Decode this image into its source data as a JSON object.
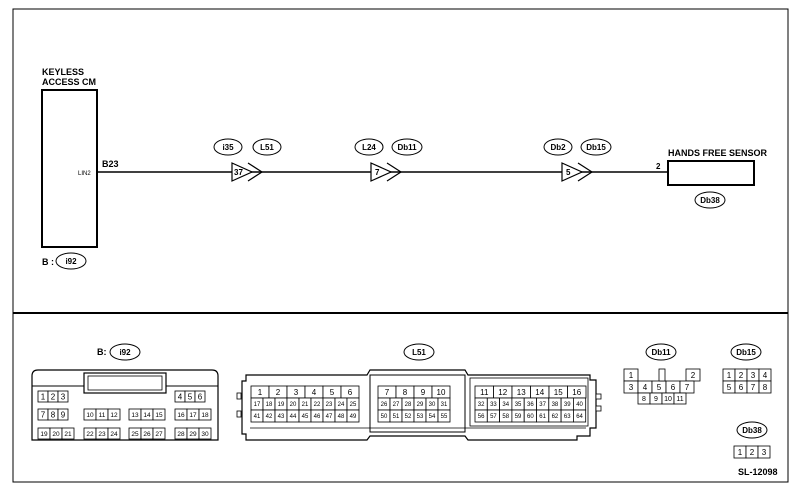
{
  "top": {
    "cm_label_1": "KEYLESS",
    "cm_label_2": "ACCESS CM",
    "cm_pin_label": "LIN2",
    "cm_terminal": "B23",
    "cm_conn_prefix": "B :",
    "cm_conn": "i92",
    "sensor_label": "HANDS FREE SENSOR",
    "sensor_pin": "2",
    "sensor_conn": "Db38",
    "junctions": [
      {
        "pin": "37",
        "left": "i35",
        "right": "L51"
      },
      {
        "pin": "7",
        "left": "L24",
        "right": "Db11"
      },
      {
        "pin": "5",
        "left": "Db2",
        "right": "Db15"
      }
    ]
  },
  "bottom": {
    "i92_prefix": "B:",
    "i92": "i92",
    "i92_rows": [
      [
        "1",
        "2",
        "3",
        "",
        "",
        "",
        "",
        "",
        "",
        "",
        "",
        "4",
        "5",
        "6"
      ],
      [
        "7",
        "8",
        "9",
        "10",
        "11",
        "12",
        "13",
        "14",
        "15",
        "16",
        "17",
        "18"
      ],
      [
        "19",
        "20",
        "21",
        "22",
        "23",
        "24",
        "25",
        "26",
        "27",
        "28",
        "29",
        "30"
      ]
    ],
    "L51": "L51",
    "L51_left_r1": [
      "1",
      "2",
      "3",
      "4",
      "5",
      "6"
    ],
    "L51_left_r2": [
      "17",
      "18",
      "19",
      "20",
      "21",
      "22",
      "23",
      "24",
      "25"
    ],
    "L51_left_r3": [
      "41",
      "42",
      "43",
      "44",
      "45",
      "46",
      "47",
      "48",
      "49"
    ],
    "L51_mid_r1": [
      "7",
      "8",
      "9",
      "10"
    ],
    "L51_mid_r2": [
      "26",
      "27",
      "28",
      "29",
      "30",
      "31"
    ],
    "L51_mid_r3": [
      "50",
      "51",
      "52",
      "53",
      "54",
      "55"
    ],
    "L51_right_r1": [
      "11",
      "12",
      "13",
      "14",
      "15",
      "16"
    ],
    "L51_right_r2": [
      "32",
      "33",
      "34",
      "35",
      "36",
      "37",
      "38",
      "39",
      "40"
    ],
    "L51_right_r3": [
      "56",
      "57",
      "58",
      "59",
      "60",
      "61",
      "62",
      "63",
      "64"
    ],
    "Db11": "Db11",
    "Db11_pins": [
      "1",
      "2",
      "3",
      "4",
      "5",
      "6",
      "7",
      "8",
      "9",
      "10",
      "11"
    ],
    "Db15": "Db15",
    "Db15_pins": [
      "1",
      "2",
      "3",
      "4",
      "5",
      "6",
      "7",
      "8"
    ],
    "Db38": "Db38",
    "Db38_pins": [
      "1",
      "2",
      "3"
    ],
    "code": "SL-12098"
  }
}
